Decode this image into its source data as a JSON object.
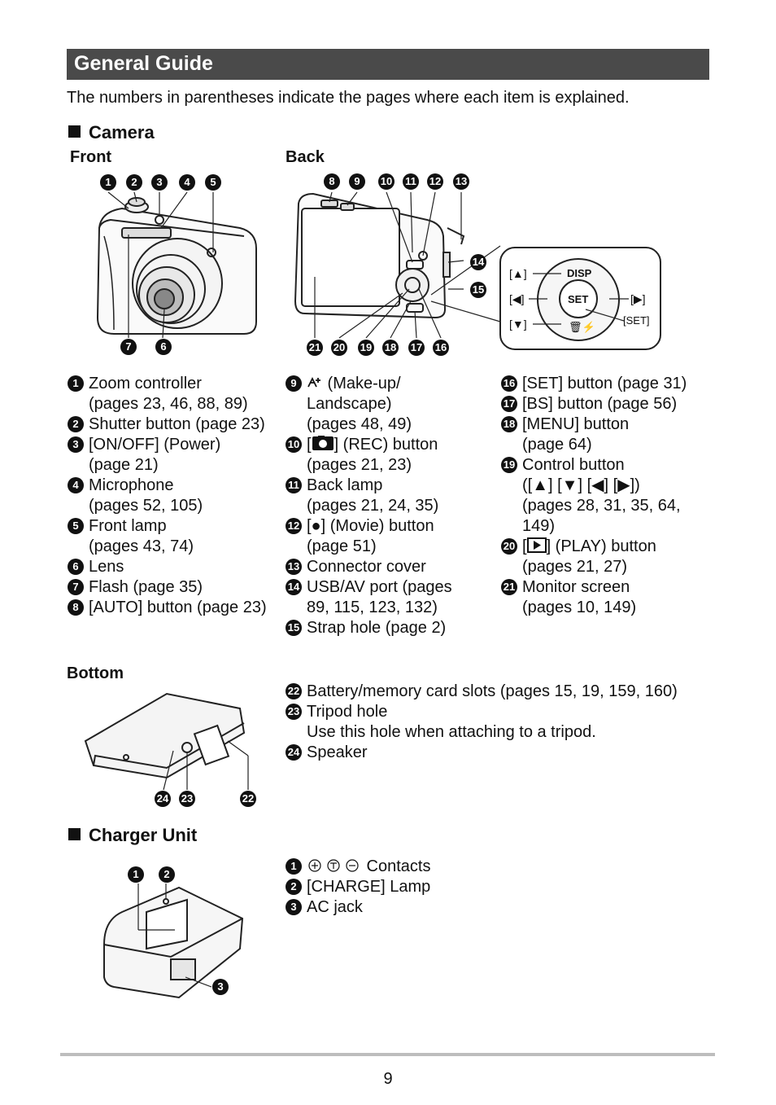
{
  "header": {
    "title": "General Guide"
  },
  "intro": "The numbers in parentheses indicate the pages where each item is explained.",
  "camera": {
    "heading": "Camera",
    "front_label": "Front",
    "back_label": "Back",
    "bottom_label": "Bottom",
    "front_callouts_top": [
      "1",
      "2",
      "3",
      "4",
      "5"
    ],
    "front_callouts_bottom": [
      "7",
      "6"
    ],
    "back_callouts_top": [
      "8",
      "9",
      "10",
      "11",
      "12",
      "13"
    ],
    "back_callouts_side": [
      "14",
      "15"
    ],
    "back_callouts_bottom": [
      "21",
      "20",
      "19",
      "18",
      "17",
      "16"
    ],
    "bottom_callouts": [
      "24",
      "23",
      "22"
    ],
    "control_labels": {
      "disp": "DISP",
      "set": "SET",
      "up": "[▲]",
      "left": "[◀]",
      "down": "[▼]",
      "right": "[▶]",
      "set_bracket": "[SET]"
    },
    "col1": [
      {
        "n": "1",
        "main": "Zoom controller",
        "cont": "(pages 23, 46, 88, 89)"
      },
      {
        "n": "2",
        "main": "Shutter button (page 23)"
      },
      {
        "n": "3",
        "main": "[ON/OFF] (Power)",
        "cont": "(page 21)"
      },
      {
        "n": "4",
        "main": "Microphone",
        "cont": "(pages 52, 105)"
      },
      {
        "n": "5",
        "main": "Front lamp",
        "cont": "(pages 43, 74)"
      },
      {
        "n": "6",
        "main": "Lens"
      },
      {
        "n": "7",
        "main": "Flash (page 35)"
      },
      {
        "n": "8",
        "main": "[AUTO] button (page 23)"
      }
    ],
    "col2": [
      {
        "n": "9",
        "main": " (Make-up/",
        "cont": "Landscape)",
        "cont2": "(pages 48, 49)"
      },
      {
        "n": "10",
        "pre": "[",
        "main": "] (REC) button",
        "cont": "(pages 21, 23)"
      },
      {
        "n": "11",
        "main": "Back lamp",
        "cont": "(pages 21, 24, 35)"
      },
      {
        "n": "12",
        "main": "[●] (Movie) button",
        "cont": "(page 51)"
      },
      {
        "n": "13",
        "main": "Connector cover"
      },
      {
        "n": "14",
        "main": "USB/AV port (pages",
        "cont": "89, 115, 123, 132)"
      },
      {
        "n": "15",
        "main": "Strap hole (page 2)"
      }
    ],
    "col3": [
      {
        "n": "16",
        "main": "[SET] button (page 31)"
      },
      {
        "n": "17",
        "main": "[BS] button (page 56)"
      },
      {
        "n": "18",
        "main": "[MENU] button",
        "cont": "(page 64)"
      },
      {
        "n": "19",
        "main": "Control button",
        "cont": "([▲] [▼] [◀] [▶])",
        "cont2": "(pages 28, 31, 35, 64,",
        "cont3": "149)"
      },
      {
        "n": "20",
        "pre": "[",
        "main": "] (PLAY) button",
        "cont": "(pages 21, 27)"
      },
      {
        "n": "21",
        "main": "Monitor screen",
        "cont": "(pages 10, 149)"
      }
    ],
    "bottom_items": [
      {
        "n": "22",
        "main": "Battery/memory card slots (pages 15, 19, 159, 160)"
      },
      {
        "n": "23",
        "main": "Tripod hole",
        "cont": "Use this hole when attaching to a tripod."
      },
      {
        "n": "24",
        "main": "Speaker"
      }
    ]
  },
  "charger": {
    "heading": "Charger Unit",
    "callouts": [
      "1",
      "2",
      "3"
    ],
    "items": [
      {
        "n": "1",
        "main": " Contacts"
      },
      {
        "n": "2",
        "main": "[CHARGE] Lamp"
      },
      {
        "n": "3",
        "main": "AC jack"
      }
    ]
  },
  "footer": {
    "page": "9"
  }
}
